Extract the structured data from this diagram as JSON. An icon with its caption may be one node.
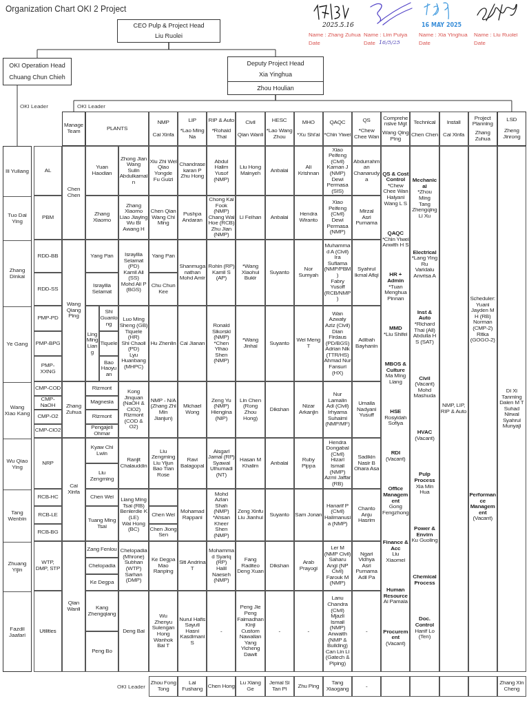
{
  "diagram": {
    "title": "Organization Chart OKI 2 Project",
    "nodes": [
      {
        "text": [
          "CEO Pulp & Project Head",
          "Liu Ruolei"
        ]
      },
      {
        "text": [
          "OKI Operation Head",
          "Chuang Chun Chieh"
        ]
      },
      {
        "text": [
          "Deputy Project Head",
          "Xia Yinghua",
          "Zhou Houlian"
        ]
      },
      {
        "text": [
          "Ili Yuliang",
          "Tuo Dai Ying",
          "Zhang Dinkai",
          "Ye Gang",
          "Wang Xiao Kang",
          "Wu Qiao Ying",
          "Tang Wenbin",
          "Zhuang Yijin",
          "Fazdil Jaafari"
        ]
      },
      {
        "text": [
          "Manage Team"
        ]
      },
      {
        "text": [
          "LSD",
          "Zheng Jinrong"
        ]
      }
    ],
    "edges": [
      {
        "from": 0,
        "to": 1,
        "arrow": "none"
      },
      {
        "from": 0,
        "to": 2,
        "arrow": "none"
      },
      {
        "from": 1,
        "to": 3,
        "arrow": "none"
      },
      {
        "from": 2,
        "to": 4,
        "arrow": "none"
      },
      {
        "from": 2,
        "to": 5,
        "arrow": "none"
      }
    ],
    "labels": [
      "2025.5.16",
      "16 MAY 2025",
      "Name : Zhang Zuhua",
      "Name : Lim Puiya",
      "Name : Xia Yinghua",
      "Name : Liu Ruolei",
      "Date",
      "Date",
      "16/5/25",
      "Date",
      "Date",
      "OKI Leader",
      "OKI Leader",
      "PLANTS",
      "NMP",
      "Cai Xinfa",
      "LIP",
      "*Lao Ming Na",
      "RIP & Auto",
      "*Rohaid Thai",
      "Civil",
      "Qian Wanli",
      "HESC",
      "*Lao Wang Zhou",
      "MHO",
      "*Xu Shi'ai",
      "QAQC",
      "*Chin Yiwei",
      "QS",
      "*Chew Chee Wan",
      "Comprehensive Mgt",
      "Wang Qing Ping",
      "Technical",
      "Chen Chen",
      "Install",
      "Cai Xinfa",
      "Project Planning",
      "Zhang Zuhua",
      "AL",
      "Chen Chen",
      "Yuan Haodian",
      "Zhong Jian Wang",
      "Sulin",
      "Abdulkarnain",
      "Xiu Zhi Wei",
      "Qiao Yongde",
      "Fu Guizi",
      "Chandrasekaran P",
      "Zhu Hong",
      "Abdul Halim Yusof (NMP)",
      "Liu Hong",
      "Mainyeh",
      "Anbalai",
      "Ali Krishnan",
      "Xiao Peifeng (Civil)",
      "Karnan J (NMP)",
      "Dewi Permasa (SIS)",
      "Abdurrahman",
      "Chanarudya",
      "QS & Cost Control",
      "*Chew Chee Wan",
      "Halyani Wang L S",
      "QAQC",
      "*Chin Yiwei",
      "Anwith H S",
      "HR + Admin",
      "*Tuan Menghua",
      "Pinnan",
      "MMD",
      "*Liu Shifei",
      "MBOS & Culture",
      "Ma Ming Liang",
      "HSE",
      "Rosyidah Sofiya",
      "RDI",
      "(Vacant)",
      "Office Management",
      "Gong Fengzhong",
      "Finance & Acc",
      "Liu Xiaomei",
      "Human Resource",
      "Ai Pamala",
      "Procurement",
      "(Vacant)",
      "Mechanical",
      "*Zhou Ming",
      "Tang Zhengqing",
      "Li Xu",
      "Electrical",
      "*Lang Ying Ru",
      "Varidalu Anvrisa A",
      "Inst & Auto",
      "*Richard Thai (All)",
      "Abdulla H S (SAT)",
      "Civil",
      "(Vacant)",
      "Mohd Mashuda",
      "HVAC",
      "(Vacant)",
      "Pulp Process",
      "Xia Min Hua",
      "Power & Envirn",
      "Ku Guoling",
      "Chemical Process",
      "Doc. Control",
      "Hanif Lo (Ten)",
      "NMP, LIP, RIP & Auto",
      "Scheduler: Yuani",
      "Jayden M H (RB)",
      "Norman (CMP-2)",
      "Ritka (GOGO-2)",
      "Performance Management",
      "(Vacant)",
      "Di Xi Tanming",
      "Dalen M T",
      "Suhad",
      "Nirwal",
      "Syahrul",
      "Munyaji",
      "PBM",
      "Zhang Xiaomo",
      "Zhang Xiaomo",
      "Liao Jiaying",
      "Wu Bi",
      "Awang H",
      "Chen Qian",
      "Wang Chi Ming",
      "Pushpa Andaran",
      "Chong Kai Fook (NMP)",
      "Chang Wai Hoe (RCB)",
      "Zhu Jian (NMP)",
      "Li Feihan",
      "Anbalai",
      "Hendra Wiranto",
      "Xiao Peifeng (Civil)",
      "Dewi Permasa (NMP)",
      "Mirzal",
      "Asri Purnama",
      "RDD-BB",
      "RDD-SS",
      "Wang Qiang Ping",
      "Yang Pan",
      "Israyilia Selamat",
      "Israyilia Selamat (PD)",
      "Kamil Ali (SS)",
      "Mohd Ali P (BGS)",
      "Yang Pan",
      "Chu Chun Kee",
      "Shanmuganathan",
      "Mohd Amir",
      "Rohin (RP)",
      "Kamil S (AP)",
      "*Wang Xiaohui",
      "Bukir",
      "Suyanto",
      "Nor Sumyah",
      "Muhammad A (Civil)",
      "Ira Sufiama (NMP/PBM)",
      "Fabry Yusoff (RCB/NMP)",
      "Syahrul",
      "Ikmal Afiqi",
      "PMP-PD",
      "PMP-BPG",
      "PMP-XXNG",
      "Ling Ming Liang",
      "Shi Guanlong",
      "Tiquele",
      "Bao Haoyuan",
      "Luo Ming Sheng (GB)",
      "Tiquele (HR)",
      "Shi Chaoli (PD)",
      "Lyu Huanbang (MHPC)",
      "Hu Zhenlin",
      "Cai Jianan",
      "Ronald Sikorski (NMP)",
      "*Chen Yihao Shen (NMP)",
      "*Wang Jinhai",
      "Suyanto",
      "Wei Meng T",
      "Wan Azwaty Aziz (Civil)",
      "Dian Firdaus (PD/BGS)",
      "Adrian Nik (TTR/HS)",
      "Ahmad Nur Fansuri (HX)",
      "Adibah",
      "Bayhanin",
      "CMP-COD",
      "CMP-NaOH",
      "CMP-O2",
      "CMP-ClO2",
      "Zhang Zuhua",
      "Rizmont",
      "Magnesia",
      "Rizmont",
      "Pengajeli Ohmar",
      "Kong Jinquan (NaOH & ClO2)",
      "Rizmont (COD & O2)",
      "NMP - N/A",
      "(Zhang Zhi Min Jianjun)",
      "Michael Wong",
      "Zeng Yu (NMP)",
      "Hiengina (NIP)",
      "Lin Chen",
      "(Rong Zhou Hong)",
      "Dikshan",
      "Nizar Arkanjin",
      "Nur Lamalin Adi (Civil)",
      "Irhyama Suhaimi (NMP/MF)",
      "Umaila",
      "Nadyani Yusuff",
      "NRP",
      "Cai Xinfa",
      "Kyaw Chi Lwin",
      "Liu Zengming",
      "Ranjit Chalauddin",
      "Liu Zengming",
      "Liu Yijun",
      "Bao Tian Rose",
      "Ravi Balagopal",
      "Aisgarl Jamal (RP)",
      "Syawal Ulhumadi (NT)",
      "Hasan M Khalim",
      "Anbalai",
      "Ruby Pippa",
      "Hendra Dongabal (Civil)",
      "Hizarl Ismail (NMP)",
      "Azmi Jaffar (RB)",
      "Sadikin Nasir B",
      "Ohara Asa",
      "RCB-HC",
      "RCB-LE",
      "RCB-BG",
      "Chen Wei",
      "Tuang Ming Tsai",
      "Liang Ming Tsai (RB)",
      "Benlerdie K (LE)",
      "Wai Hong (BC)",
      "Chen Wei",
      "Chen Jiong Sen",
      "Mohamad Rappani",
      "Mohd Azlan Shah (NMP)",
      "*Ahsan Kheer Shen (NMP)",
      "Zeng Xinfu",
      "Liu Jianhui",
      "Suyanto",
      "Sam Jonan",
      "Hanarif P (Civil)",
      "Halimanusia (NMP)",
      "Chanto Anju",
      "Hasrim",
      "WTP, DMP, STP",
      "Qian Wanli",
      "Zang Fenlou",
      "Chelopadia",
      "Ke Degpa",
      "Chelopadia (Mhrone)",
      "Subhan (WTP)",
      "Sarhan (DMP)",
      "Ke Degpa",
      "Mao Ranping",
      "Siti Andrina T",
      "Mohammad Syariq (RP)",
      "Halil Naeseh (NMP)",
      "Fang Raditeo",
      "Deng Xuan",
      "Dikshan",
      "Arab Prayogi",
      "Ler M (NMP Civil)",
      "Saharu Angi (NP Civil)",
      "Farouk M (NMP)",
      "Ngari Vidhya",
      "Asri Purnama",
      "Adil Pa",
      "Utilities",
      "Kang Zhengqiang",
      "Peng Bo",
      "Deng Bai",
      "Wu Zhenyu",
      "Sulengan",
      "Hong Wanhok Bai T",
      "Nurul Hafis",
      "Sayuti",
      "Hasni Kasdimani S",
      "-",
      "Peng Jie",
      "Peng",
      "Faimadhan",
      "Kinji",
      "Custom Nawalian",
      "Yang Yicheng",
      "Dawit",
      "-",
      "-",
      "Lanu Chandra (Civil)",
      "Mjazli Ismail (NMP)",
      "Anwaith (NMP & Building)",
      "Can Lin Li (Gatech & Piping)",
      "-",
      "OKI Leader",
      "Zhou Fong Tong",
      "Lai Fushang",
      "Chen Hong",
      "Lu Xiang Ge",
      "Jemal Si Tan Pi",
      "Zhu Ping",
      "Tang Xiaogang",
      "-",
      "Zhang Xin Cheng"
    ]
  }
}
